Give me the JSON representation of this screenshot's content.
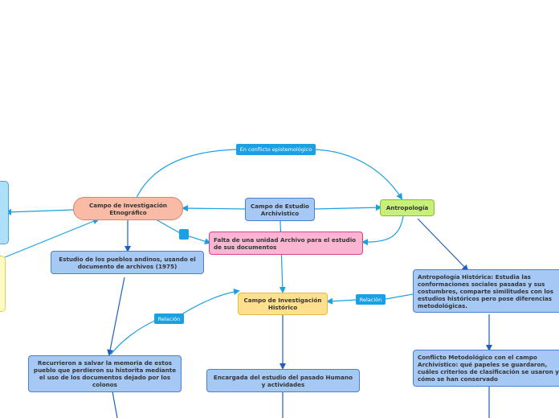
{
  "nodes": {
    "etnografico": "Campo de Investigación Etnográfico",
    "archivistico": "Campo de Estudio Archivistico",
    "antropologia": "Antropología",
    "falta_unidad": "Falta de una unidad Archivo para el estudio de sus documentos",
    "pueblos_andinos": "Estudio de los pueblos andinos, usando el documento de archivos (1975)",
    "historico": "Campo de Investigación Histórico",
    "antropologia_historica": "Antropología Histórica: Estudia las conformaciones sociales pasadas y sus costumbres, comparte similitudes con los estudios históricos pero pose diferencias metodológicas.",
    "recurrieron": "Recurrieron a salvar la memoria de estos pueblo que perdieron su historita mediante el uso de los documentos dejado por los colonos",
    "encargada": "Encargada del estudio del pasado Humano y actividades",
    "conflicto_metodologico": "Conflicto Metodológico con el campo Archivístico: qué papeles se guardaron, cuáles criterios de clasificación se usaron y cómo se han conservado"
  },
  "labels": {
    "conflicto_epistemologico": "En conflicto epistemológico",
    "relacion_1": "Relación",
    "relacion_2": "Relación"
  },
  "colors": {
    "connector": "#1aa0e3",
    "arrow_dark": "#1f5fbf"
  }
}
